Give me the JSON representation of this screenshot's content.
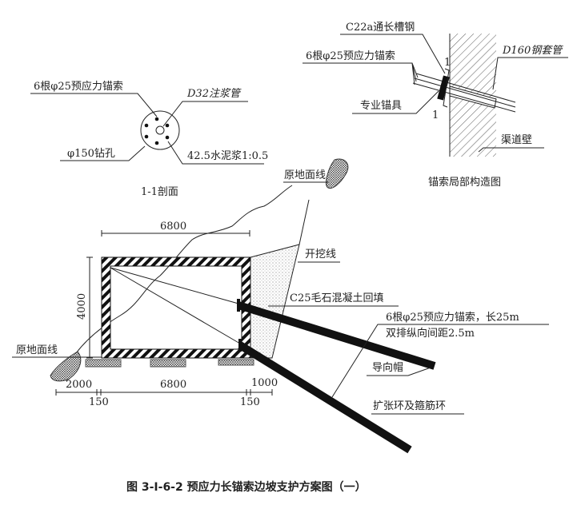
{
  "section": {
    "cables_label": "6根φ25预应力锚索",
    "grout_pipe_label": "D32注浆管",
    "borehole_label": "φ150钻孔",
    "grout_label": "42.5水泥浆1:0.5",
    "title": "1-1剖面"
  },
  "detail": {
    "channel_label": "C22a通长槽钢",
    "cables_label": "6根φ25预应力锚索",
    "sleeve_label": "D160钢套管",
    "anchorage_label": "专业锚具",
    "wall_label": "渠道壁",
    "title": "锚索局部构造图",
    "section_mark": "1"
  },
  "main": {
    "ground_label_top": "原地面线",
    "ground_label_left": "原地面线",
    "excavation_label": "开挖线",
    "backfill_label": "C25毛石混凝土回填",
    "anchor_label_1": "6根φ25预应力锚索，长25m",
    "anchor_label_2": "双排纵向间距2.5m",
    "guide_cap_label": "导向帽",
    "ring_label": "扩张环及箍筋环",
    "dims": {
      "top_width": "6800",
      "height": "4000",
      "left": "2000",
      "middle": "6800",
      "right": "1000",
      "wall_left": "150",
      "wall_right": "150"
    }
  },
  "caption": "图 3-Ⅰ-6-2  预应力长锚索边坡支护方案图（一）"
}
